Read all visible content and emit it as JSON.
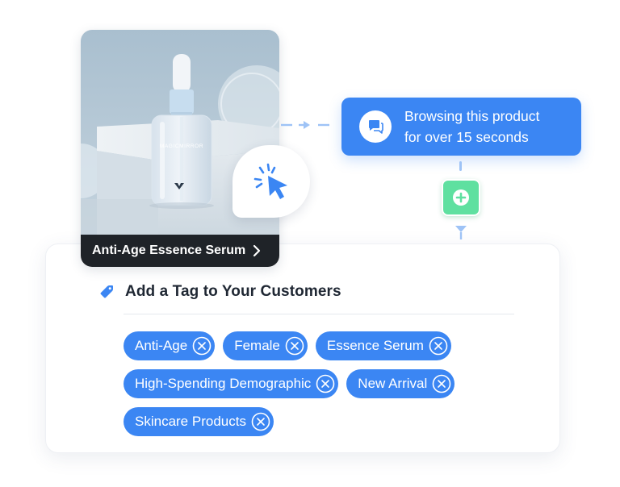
{
  "product": {
    "name": "Anti-Age Essence Serum",
    "bottle_brand": "MAGICMIRROR"
  },
  "trigger": {
    "line1": "Browsing this product",
    "line2": "for over 15 seconds"
  },
  "tag_panel": {
    "title": "Add a Tag to Your Customers",
    "tags": [
      "Anti-Age",
      "Female",
      "Essence Serum",
      "High-Spending Demographic",
      "New Arrival",
      "Skincare Products"
    ]
  },
  "colors": {
    "primary_blue": "#3b86f3",
    "add_green": "#5fe0a0",
    "dark_bar": "#1f2328"
  },
  "icons": [
    "cursor-click-icon",
    "chat-bubble-icon",
    "plus-icon",
    "tag-icon",
    "chevron-right-icon",
    "close-circle-icon"
  ]
}
